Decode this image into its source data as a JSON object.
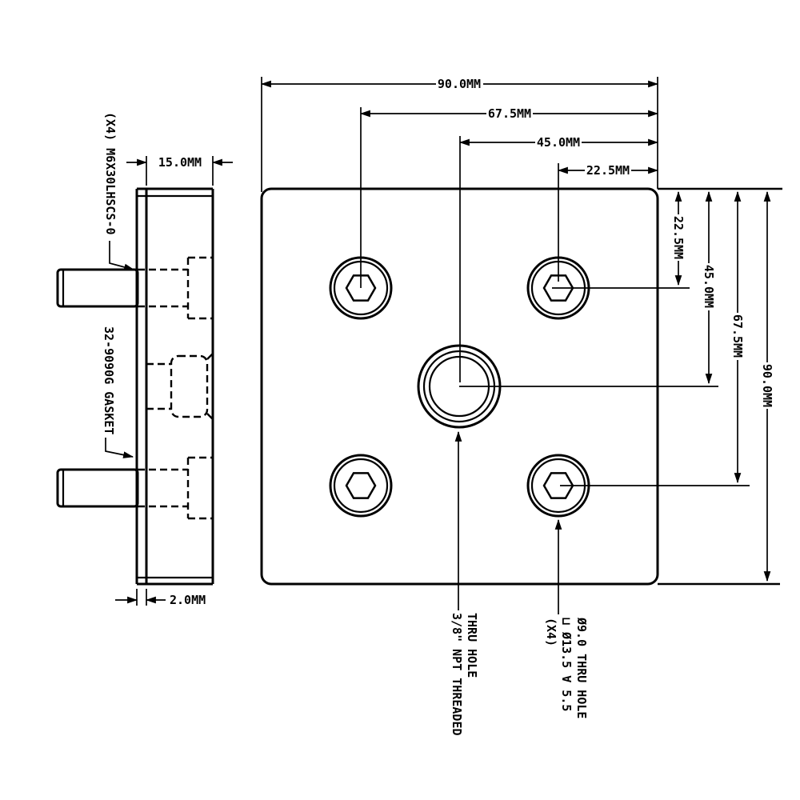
{
  "drawing": {
    "title": "end cap plate engineering drawing",
    "colors": {
      "line": "#000000",
      "background": "#ffffff"
    },
    "side_view": {
      "screw_callout": "(X4) M6X30LHSCS-0",
      "gasket_callout": "32-9090G GASKET",
      "plate_thickness": "15.0MM",
      "gasket_thickness": "2.0MM"
    },
    "front_view": {
      "top_dims": [
        "90.0MM",
        "67.5MM",
        "45.0MM",
        "22.5MM"
      ],
      "right_dims": [
        "22.5MM",
        "45.0MM",
        "67.5MM",
        "90.0MM"
      ],
      "center_hole_note": [
        "3/8\" NPT THREADED",
        "THRU HOLE"
      ],
      "counterbore_note": [
        "Ø9.0 THRU HOLE",
        "⊔ Ø13.5 ∀ 5.5",
        "(X4)"
      ]
    }
  }
}
